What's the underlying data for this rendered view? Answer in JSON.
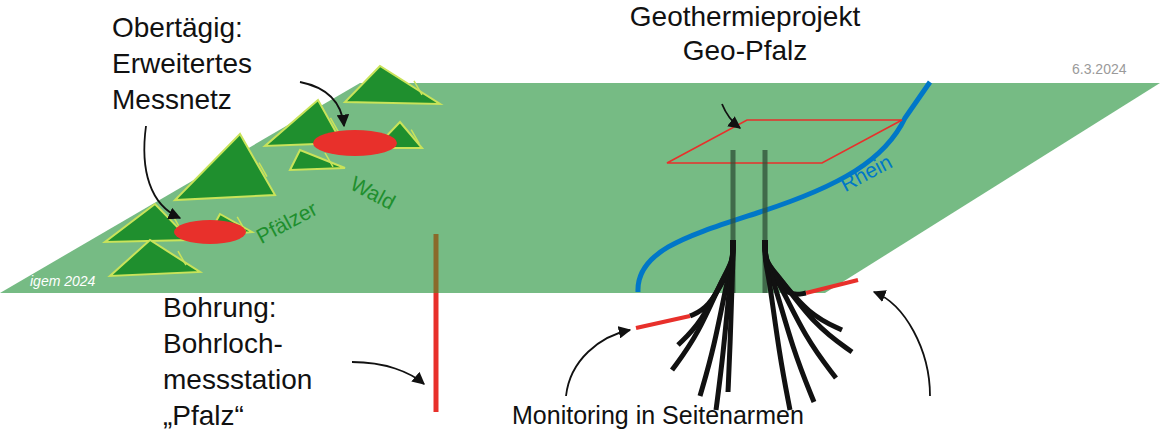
{
  "diagram": {
    "labels": [
      "Obertägig: Erweitertes Messnetz",
      "Geothermieprojekt Geo-Pfalz",
      "6.3.2024",
      "Pfälzer",
      "Wald",
      "Rhein",
      "igem 2024",
      "Bohrung: Bohrloch- messstation „Pfalz“",
      "Monitoring in Seitenarmen"
    ]
  }
}
